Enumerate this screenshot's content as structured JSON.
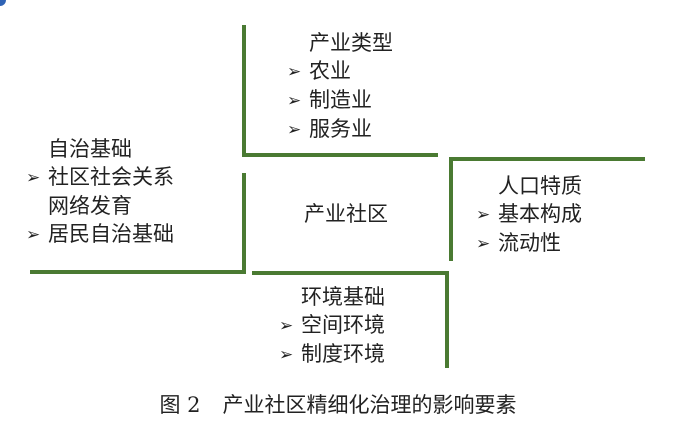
{
  "diagram": {
    "center": "产业社区",
    "industry": {
      "title": "产业类型",
      "items": [
        "农业",
        "制造业",
        "服务业"
      ]
    },
    "autonomy": {
      "title": "自治基础",
      "items": [
        "社区社会关系网络发育",
        "居民自治基础"
      ],
      "item0_line1": "社区社会关系",
      "item0_line2": "网络发育"
    },
    "population": {
      "title": "人口特质",
      "items": [
        "基本构成",
        "流动性"
      ]
    },
    "environment": {
      "title": "环境基础",
      "items": [
        "空间环境",
        "制度环境"
      ]
    },
    "arrow_glyph": "➢"
  },
  "caption": {
    "number": "图 2",
    "text": "产业社区精细化治理的影响要素"
  },
  "colors": {
    "line": "#4a7a32",
    "text": "#222222",
    "corner_mark": "#2f63b5"
  }
}
